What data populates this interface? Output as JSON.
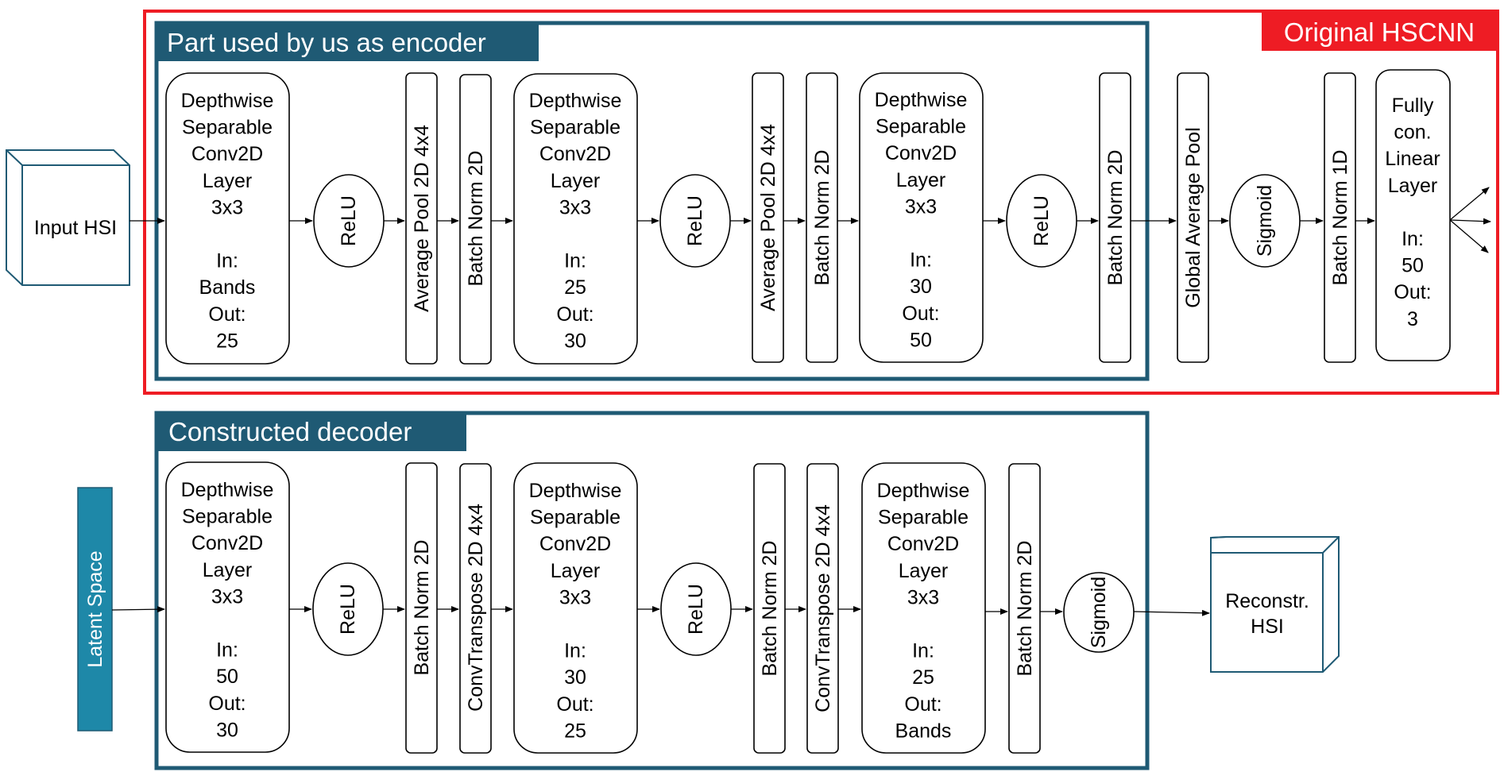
{
  "colors": {
    "red": "#ee1c24",
    "teal": "#1f5a74",
    "latent": "#1e88a8"
  },
  "original_label": "Original HSCNN",
  "encoder": {
    "title": "Part used by us as encoder",
    "conv1": [
      "Depthwise",
      "Separable",
      "Conv2D",
      "Layer",
      "3x3",
      "",
      "In:",
      "Bands",
      "Out:",
      "25"
    ],
    "relu1": "ReLU",
    "pool1": "Average Pool 2D 4x4",
    "bn1": "Batch Norm 2D",
    "conv2": [
      "Depthwise",
      "Separable",
      "Conv2D",
      "Layer",
      "3x3",
      "",
      "In:",
      "25",
      "Out:",
      "30"
    ],
    "relu2": "ReLU",
    "pool2": "Average Pool 2D 4x4",
    "bn2": "Batch Norm 2D",
    "conv3": [
      "Depthwise",
      "Separable",
      "Conv2D",
      "Layer",
      "3x3",
      "",
      "In:",
      "30",
      "Out:",
      "50"
    ],
    "relu3": "ReLU",
    "bn3": "Batch Norm 2D"
  },
  "hscnn_tail": {
    "gap": "Global Average Pool",
    "sigmoid": "Sigmoid",
    "bn1d": "Batch Norm 1D",
    "fc": [
      "Fully",
      "con.",
      "Linear",
      "Layer",
      "",
      "In:",
      "50",
      "Out:",
      "3"
    ]
  },
  "input_label": "Input HSI",
  "latent_label": "Latent Space",
  "decoder": {
    "title": "Constructed decoder",
    "conv1": [
      "Depthwise",
      "Separable",
      "Conv2D",
      "Layer",
      "3x3",
      "",
      "In:",
      "50",
      "Out:",
      "30"
    ],
    "relu1": "ReLU",
    "bn1": "Batch Norm 2D",
    "convt1": "ConvTranspose 2D 4x4",
    "conv2": [
      "Depthwise",
      "Separable",
      "Conv2D",
      "Layer",
      "3x3",
      "",
      "In:",
      "30",
      "Out:",
      "25"
    ],
    "relu2": "ReLU",
    "bn2": "Batch Norm 2D",
    "convt2": "ConvTranspose 2D 4x4",
    "conv3": [
      "Depthwise",
      "Separable",
      "Conv2D",
      "Layer",
      "3x3",
      "",
      "In:",
      "25",
      "Out:",
      "Bands"
    ],
    "bn3": "Batch Norm 2D",
    "sigmoid": "Sigmoid"
  },
  "output_label": [
    "Reconstr.",
    "HSI"
  ]
}
